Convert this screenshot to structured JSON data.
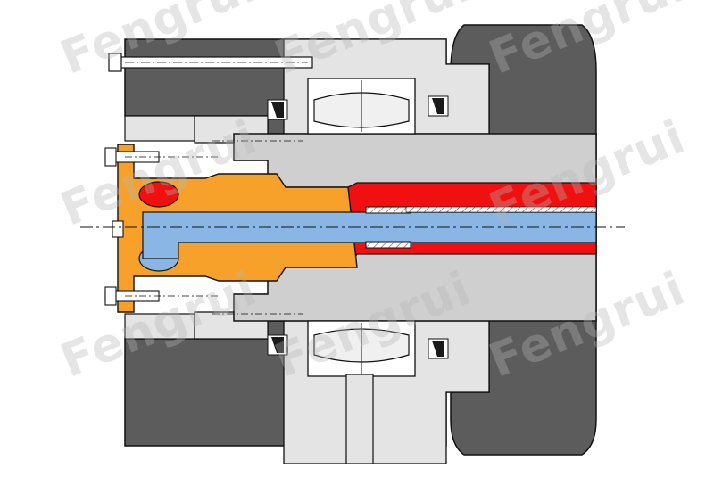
{
  "watermark": {
    "text": "Fengrui"
  },
  "colors": {
    "housing": "#5c5c5c",
    "shaft": "#cfcfcf",
    "part": "#e4e4e4",
    "rotor": "#f7a12a",
    "pressure": "#f01010",
    "coolant": "#8ab6e6",
    "line": "#111111",
    "seal": "#1a1a1a"
  },
  "parts": [
    {
      "id": "left-housing",
      "role": "housing"
    },
    {
      "id": "right-housing",
      "role": "housing"
    },
    {
      "id": "main-spindle",
      "role": "shaft"
    },
    {
      "id": "bearing-top",
      "role": "part"
    },
    {
      "id": "bearing-bottom",
      "role": "part"
    },
    {
      "id": "rotary-union-body",
      "role": "rotor"
    },
    {
      "id": "pressure-channel",
      "role": "pressure"
    },
    {
      "id": "coolant-channel",
      "role": "coolant"
    }
  ]
}
